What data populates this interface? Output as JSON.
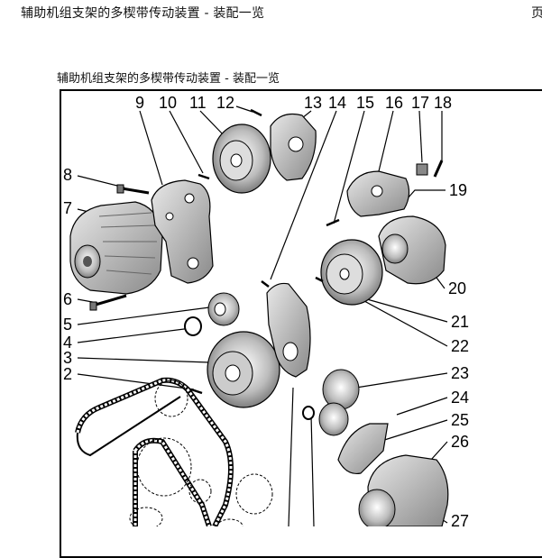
{
  "header": {
    "title": "辅助机组支架的多楔带传动装置 - 装配一览",
    "page_marker": "页"
  },
  "figure": {
    "caption": "辅助机组支架的多楔带传动装置 - 装配一览",
    "callouts": {
      "n1": "9",
      "n2": "10",
      "n3": "11",
      "n4": "12",
      "n5": "13",
      "n6": "14",
      "n7": "15",
      "n8": "16",
      "n9": "17",
      "n10": "18",
      "n11": "19",
      "n12": "8",
      "n13": "7",
      "n14": "6",
      "n15": "5",
      "n16": "4",
      "n17": "3",
      "n18": "2",
      "n19": "20",
      "n20": "21",
      "n21": "22",
      "n22": "23",
      "n23": "24",
      "n24": "25",
      "n25": "26",
      "n26": "27"
    }
  }
}
